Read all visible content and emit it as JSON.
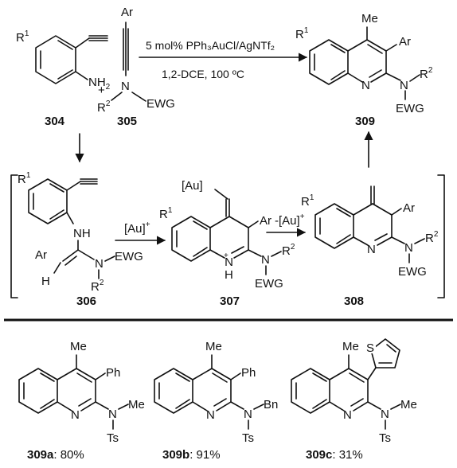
{
  "reaction": {
    "reactant_a": {
      "id": "304",
      "r1": "R",
      "r1_sup": "1",
      "nh2": "NH",
      "nh2_sub": "2"
    },
    "plus": "+",
    "reactant_b": {
      "id": "305",
      "ar": "Ar",
      "r2": "R",
      "r2_sup": "2",
      "n": "N",
      "ewg": "EWG"
    },
    "conditions_line1": "5 mol% PPh₃AuCl/AgNTf₂",
    "conditions_line2": "1,2-DCE, 100 ºC",
    "product": {
      "id": "309",
      "me": "Me",
      "r1": "R",
      "r1_sup": "1",
      "ar": "Ar",
      "n_ring": "N",
      "n": "N",
      "r2": "R",
      "r2_sup": "2",
      "ewg": "EWG"
    }
  },
  "mechanism": {
    "i306": {
      "id": "306",
      "r1": "R",
      "r1_sup": "1",
      "nh": "NH",
      "ar": "Ar",
      "h": "H",
      "n": "N",
      "ewg": "EWG",
      "r2": "R",
      "r2_sup": "2"
    },
    "step1": {
      "label": "[Au]",
      "sup": "+"
    },
    "i307": {
      "id": "307",
      "au": "[Au]",
      "r1": "R",
      "r1_sup": "1",
      "ar": "Ar",
      "nplus": "N",
      "plus": "+",
      "h": "H",
      "n": "N",
      "r2": "R",
      "r2_sup": "2",
      "ewg": "EWG"
    },
    "step2": {
      "label": "-[Au]",
      "sup": "+"
    },
    "i308": {
      "id": "308",
      "r1": "R",
      "r1_sup": "1",
      "ar": "Ar",
      "n_ring": "N",
      "n": "N",
      "r2": "R",
      "r2_sup": "2",
      "ewg": "EWG"
    }
  },
  "examples": [
    {
      "id": "309a",
      "yield": ": 80%",
      "me": "Me",
      "sub3": "Ph",
      "n_ring": "N",
      "n": "N",
      "nsub": "Me",
      "ts": "Ts"
    },
    {
      "id": "309b",
      "yield": ": 91%",
      "me": "Me",
      "sub3": "Ph",
      "n_ring": "N",
      "n": "N",
      "nsub": "Bn",
      "ts": "Ts"
    },
    {
      "id": "309c",
      "yield": ": 31%",
      "me": "Me",
      "sub3": "S",
      "n_ring": "N",
      "n": "N",
      "nsub": "Me",
      "ts": "Ts"
    }
  ]
}
